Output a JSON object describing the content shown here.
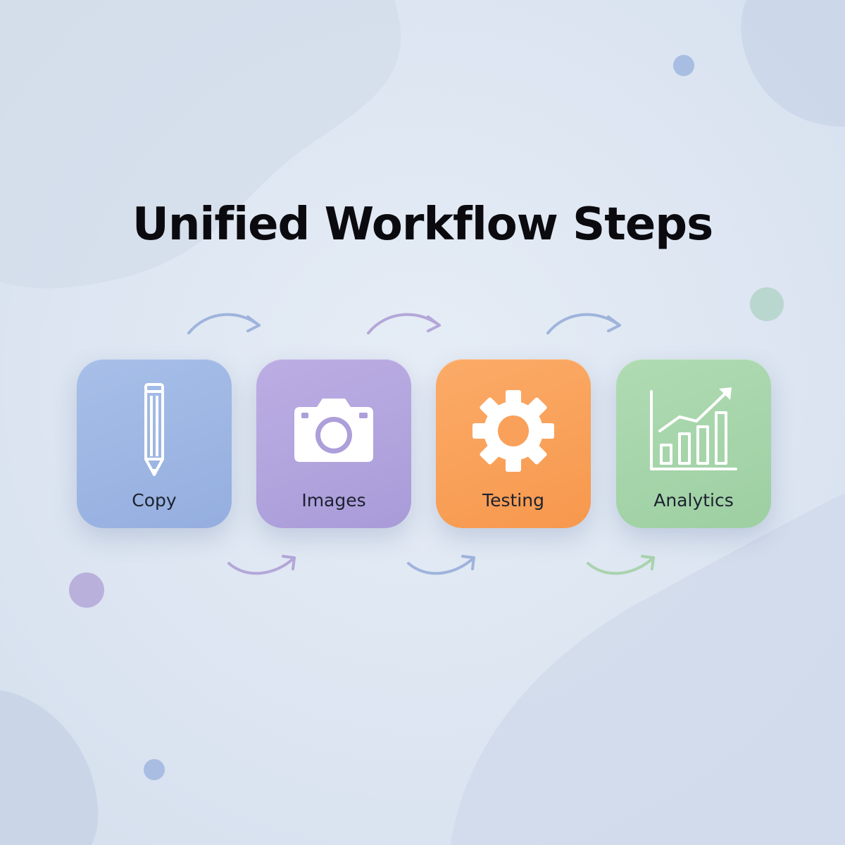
{
  "title": "Unified Workflow Steps",
  "steps": [
    {
      "label": "Copy",
      "icon": "pencil-icon",
      "color": "#9bb6e2"
    },
    {
      "label": "Images",
      "icon": "camera-icon",
      "color": "#b1a3dd"
    },
    {
      "label": "Testing",
      "icon": "gear-icon",
      "color": "#f9a35c"
    },
    {
      "label": "Analytics",
      "icon": "bar-chart-growth-icon",
      "color": "#a6d5aa"
    }
  ],
  "colors": {
    "background": "#dde6f1",
    "arrow_blue": "#9fb4dc",
    "arrow_purple": "#b4a7d8",
    "arrow_green": "#a9d3ae"
  }
}
